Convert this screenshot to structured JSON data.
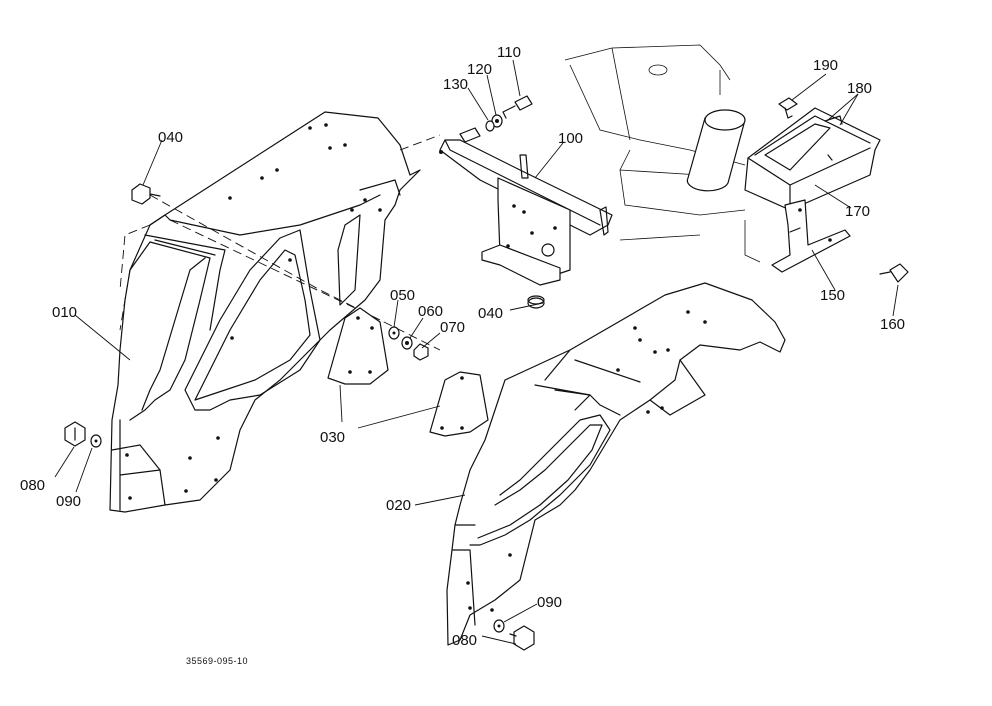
{
  "drawing_number": "35569-095-10",
  "callouts": {
    "c010": "010",
    "c020": "020",
    "c030": "030",
    "c040_left": "040",
    "c040_center": "040",
    "c050": "050",
    "c060": "060",
    "c070": "070",
    "c080_left": "080",
    "c080_bottom": "080",
    "c090_left": "090",
    "c090_bottom": "090",
    "c100": "100",
    "c110": "110",
    "c120": "120",
    "c130": "130",
    "c150": "150",
    "c160": "160",
    "c170": "170",
    "c180": "180",
    "c190": "190"
  }
}
